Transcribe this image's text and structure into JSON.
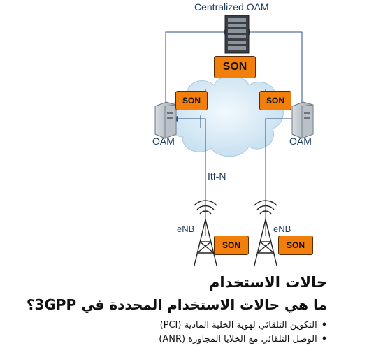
{
  "diagram": {
    "centralized_oam_label": "Centralized OAM",
    "son_label": "SON",
    "oam_left_label": "OAM",
    "oam_right_label": "OAM",
    "itf_label": "Itf-N",
    "enb_left_label": "eNB",
    "enb_right_label": "eNB"
  },
  "text": {
    "heading": "حالات الاستخدام",
    "question": "ما هي حالات الاستخدام المحددة في 3GPP؟",
    "bullets": [
      "التكوين التلقائي لهوية الخلية المادية (PCI)",
      "الوصل التلقائي مع الخلايا المجاورة (ANR)"
    ]
  },
  "colors": {
    "son_orange": "#f27f0c",
    "line_blue": "#2f4f80",
    "cloud": "#cfe6f4"
  }
}
